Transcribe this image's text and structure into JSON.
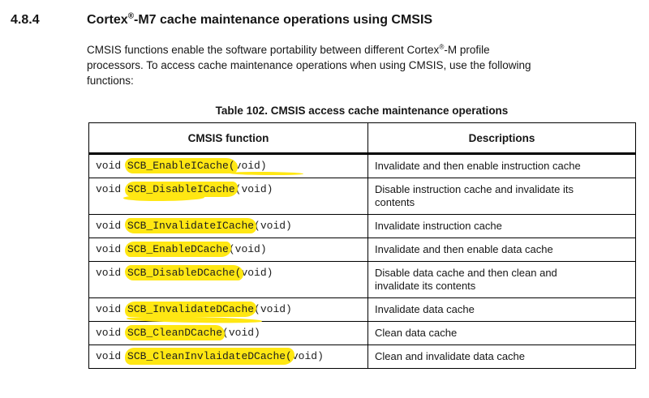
{
  "page": {
    "background": "#ffffff",
    "text_color": "#161616",
    "highlight_color": "#ffe713",
    "border_color": "#000000"
  },
  "section": {
    "number": "4.8.4",
    "title_pre": "Cortex",
    "title_sup": "®",
    "title_post": "-M7 cache maintenance operations using CMSIS"
  },
  "intro": {
    "line1_pre": "CMSIS functions enable the software portability between different Cortex",
    "line1_sup": "®",
    "line1_post": "-M profile",
    "line2": "processors. To access cache maintenance operations when using CMSIS, use the following",
    "line3": "functions:"
  },
  "table": {
    "caption": "Table 102. CMSIS access cache maintenance operations",
    "columns": [
      "CMSIS function",
      "Descriptions"
    ],
    "rows": [
      {
        "func_pre": "void ",
        "func_name": "SCB_EnableICache(",
        "func_post": "void)",
        "desc": [
          "Invalidate and then enable instruction cache"
        ]
      },
      {
        "func_pre": "void ",
        "func_name": "SCB_DisableICache",
        "func_post": "(void)",
        "desc": [
          "Disable instruction cache and invalidate its",
          "contents"
        ]
      },
      {
        "func_pre": "void ",
        "func_name": "SCB_InvalidateICache",
        "func_post": "(void)",
        "desc": [
          "Invalidate instruction cache"
        ]
      },
      {
        "func_pre": "void ",
        "func_name": "SCB_EnableDCache",
        "func_post": "(void)",
        "desc": [
          "Invalidate and then enable data cache"
        ]
      },
      {
        "func_pre": "void ",
        "func_name": "SCB_DisableDCache(",
        "func_post": "void)",
        "desc": [
          "Disable data cache and then clean and",
          "invalidate its contents"
        ]
      },
      {
        "func_pre": "void ",
        "func_name": "SCB_InvalidateDCache",
        "func_post": "(void)",
        "desc": [
          "Invalidate data cache"
        ]
      },
      {
        "func_pre": "void ",
        "func_name": "SCB_CleanDCache",
        "func_post": "(void)",
        "desc": [
          "Clean data cache"
        ]
      },
      {
        "func_pre": "void ",
        "func_name": "SCB_CleanInvlaidateDCache(",
        "func_post": "void)",
        "desc": [
          "Clean and invalidate data cache"
        ]
      }
    ]
  }
}
